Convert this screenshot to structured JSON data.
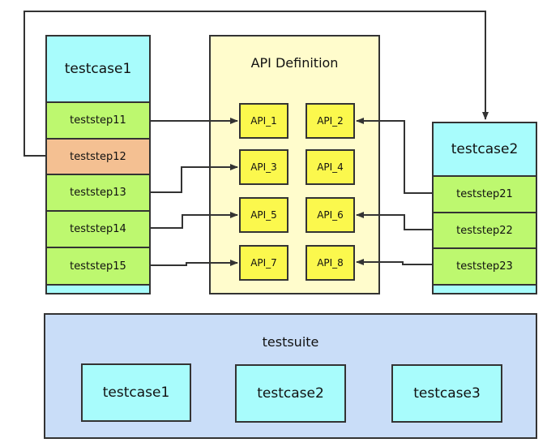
{
  "testcase1": {
    "title": "testcase1",
    "steps": [
      {
        "label": "teststep11",
        "color": "#bdf86f"
      },
      {
        "label": "teststep12",
        "color": "#f4c092"
      },
      {
        "label": "teststep13",
        "color": "#bdf86f"
      },
      {
        "label": "teststep14",
        "color": "#bdf86f"
      },
      {
        "label": "teststep15",
        "color": "#bdf86f"
      }
    ]
  },
  "api_definition": {
    "title": "API Definition",
    "apis": [
      "API_1",
      "API_2",
      "API_3",
      "API_4",
      "API_5",
      "API_6",
      "API_7",
      "API_8"
    ]
  },
  "testcase2": {
    "title": "testcase2",
    "steps": [
      {
        "label": "teststep21",
        "color": "#bdf86f"
      },
      {
        "label": "teststep22",
        "color": "#bdf86f"
      },
      {
        "label": "teststep23",
        "color": "#bdf86f"
      }
    ]
  },
  "testsuite": {
    "title": "testsuite",
    "testcases": [
      "testcase1",
      "testcase2",
      "testcase3"
    ]
  },
  "connections": [
    {
      "from": "teststep11",
      "to": "API_1"
    },
    {
      "from": "teststep12",
      "to": "testcase2"
    },
    {
      "from": "teststep13",
      "to": "API_3"
    },
    {
      "from": "teststep14",
      "to": "API_5"
    },
    {
      "from": "teststep15",
      "to": "API_7"
    },
    {
      "from": "teststep21",
      "to": "API_2"
    },
    {
      "from": "teststep22",
      "to": "API_6"
    },
    {
      "from": "teststep23",
      "to": "API_8"
    }
  ],
  "colors": {
    "testcase": "#a8fcfc",
    "teststep": "#bdf86f",
    "teststep_highlight": "#f4c092",
    "api_container": "#fffccc",
    "api": "#fbf84d",
    "testsuite": "#c9ddf8",
    "line": "#333333"
  }
}
